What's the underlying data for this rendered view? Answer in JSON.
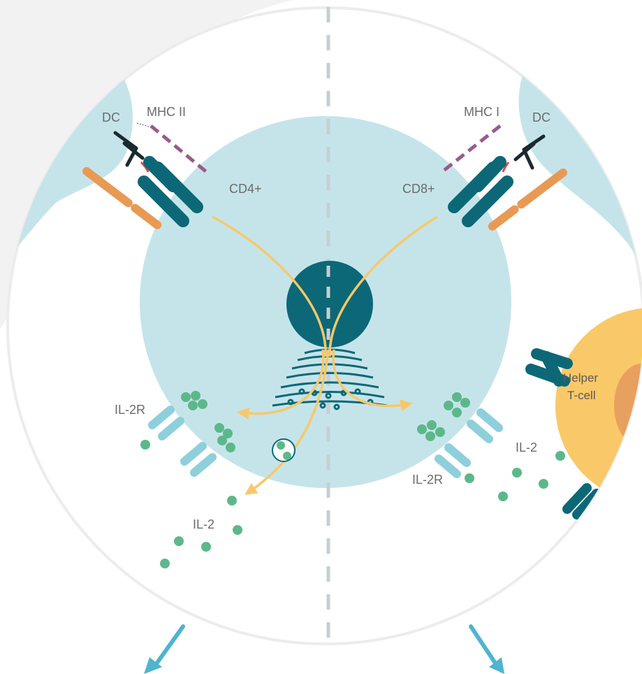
{
  "labels": {
    "dc_left": "DC",
    "mhc_left": "MHC II",
    "cd_left": "CD4+",
    "dc_right": "DC",
    "mhc_right": "MHC I",
    "cd_right": "CD8+",
    "il2r_left": "IL-2R",
    "il2_left": "IL-2",
    "il2r_right": "IL-2R",
    "il2_right": "IL-2",
    "helper_line1": "Helper",
    "helper_line2": "T-cell"
  },
  "colors": {
    "cell_fill": "#c5e4ea",
    "dc_fill": "#c5e4ea",
    "nucleus": "#0c6877",
    "tcr": "#0c6877",
    "mhc_dashed": "#9a5a8c",
    "antigen_red": "#e0454b",
    "signal_arrow": "#f7c86a",
    "il2_dot": "#5cb88a",
    "il2r_receptor": "#8ecfdc",
    "helper_cell": "#f9c868",
    "helper_nucleus": "#e8a060",
    "costim_orange": "#e89a55",
    "divider": "#c7ced2",
    "down_arrow": "#4fb4cf",
    "outer_circle": "#ececec"
  }
}
